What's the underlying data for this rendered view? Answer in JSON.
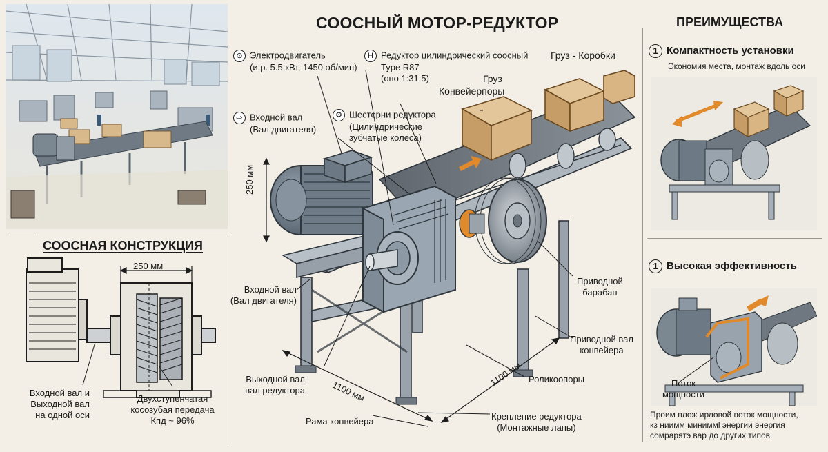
{
  "title": "СООСНЫЙ МОТОР-РЕДУКТОР",
  "left_section_title": "СООСНАЯ КОНСТРУКЦИЯ",
  "right_section_title": "ПРЕИМУЩЕСТВА",
  "callouts": {
    "motor": {
      "title": "Электродвигатель",
      "detail": "(и.р. 5.5 кВт, 1450 об/мин)",
      "icon": "gear-ring-icon"
    },
    "reducer": {
      "title": "Редуктор цилиндрический соосный",
      "model": "Type R87",
      "ratio": "(опо 1:31.5)",
      "icon": "h-coupling-icon"
    },
    "cargo_boxes": "Груз - Коробки",
    "cargo": "Груз",
    "conveyor_rollers": "Конвейерпоры",
    "input_shaft_top": {
      "title": "Входной вал",
      "detail": "(Вал двигателя)",
      "icon": "arrow-right-icon"
    },
    "gears": {
      "title": "Шестерни редуктора",
      "detail1": "(Цилиндрические",
      "detail2": "зубчатые колеса)",
      "icon": "gear-icon"
    },
    "input_shaft_mid": {
      "title": "Входной вал",
      "detail": "(Вал двигателя)"
    },
    "output_shaft": {
      "title": "Выходной вал",
      "detail": "вал редуктора"
    },
    "drive_drum": {
      "title": "Приводной",
      "detail": "барабан"
    },
    "conveyor_drive_shaft": {
      "title": "Приводной вал",
      "detail": "конвейера"
    },
    "idlers": "Роликоопоры",
    "frame": "Рама конвейера",
    "mount": {
      "title": "Крепление редуктора",
      "detail": "(Монтажные лапы)"
    }
  },
  "dimensions": {
    "height": "250 мм",
    "length": "1100 мм",
    "width": "1100 мм",
    "coax_width": "250 мм"
  },
  "coax": {
    "shafts_label": [
      "Входной вал и",
      "Выходной вал",
      "на одной оси"
    ],
    "gear_label": [
      "Двухступенчатая",
      "косозубая передача",
      "Кпд ~ 96%"
    ]
  },
  "advantages": [
    {
      "num": "1",
      "title": "Компактность установки",
      "desc": "Экономия места, монтаж вдоль оси"
    },
    {
      "num": "1",
      "title": "Высокая эффективность",
      "desc": ""
    }
  ],
  "power_flow": [
    "Поток",
    "мощности"
  ],
  "efficiency_note": [
    "Проим плож ирловой поток мощности,",
    "кз ниимм миниммl энергии энергия",
    "сомрарятэ вар до других типов."
  ],
  "colors": {
    "accent_orange": "#e08a2c",
    "steel": "#8d98a3",
    "cardboard": "#d8b98c",
    "background": "#f3efe6"
  }
}
